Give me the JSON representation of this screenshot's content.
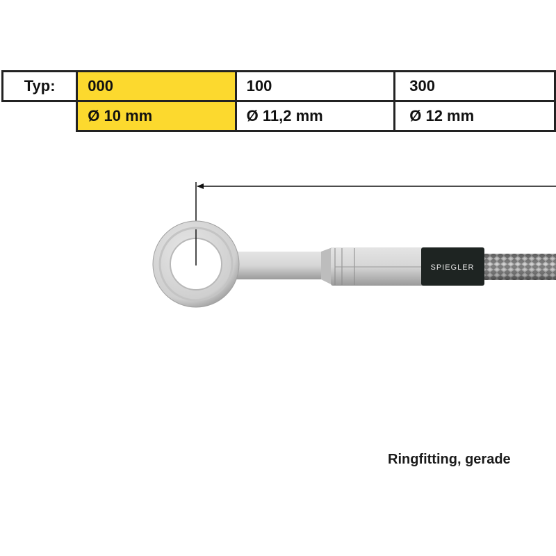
{
  "table": {
    "header_label": "Typ:",
    "columns": [
      {
        "type": "000",
        "diameter": "Ø 10 mm",
        "highlighted": true
      },
      {
        "type": "100",
        "diameter": "Ø 11,2 mm",
        "highlighted": false
      },
      {
        "type": "300",
        "diameter": "Ø 12 mm",
        "highlighted": false
      }
    ]
  },
  "diagram": {
    "brand_label": "SPIEGLER",
    "dimension_arrow": "length-from-ring-center"
  },
  "caption": "Ringfitting, gerade",
  "colors": {
    "highlight": "#fcd92e",
    "border": "#222222",
    "band": "#1e2422"
  }
}
